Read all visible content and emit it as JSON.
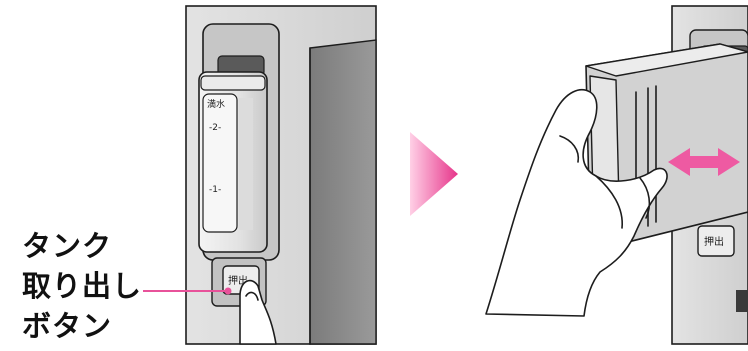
{
  "callout": {
    "lines": [
      "タンク",
      "取り出し",
      "ボタン"
    ]
  },
  "left_figure": {
    "tank_scale": {
      "full_label": "満水",
      "mark_2": "-2-",
      "mark_1": "-1-"
    },
    "button_label": "押出"
  },
  "right_figure": {
    "button_label": "押出"
  },
  "colors": {
    "accent": "#e8529a",
    "leader_line": "#e8529a",
    "arrow_gradient_start": "#ffd0e6",
    "arrow_gradient_end": "#e6348a",
    "panel_gray": "#d9d9d9",
    "dark_slot": "#8a8a8a"
  }
}
